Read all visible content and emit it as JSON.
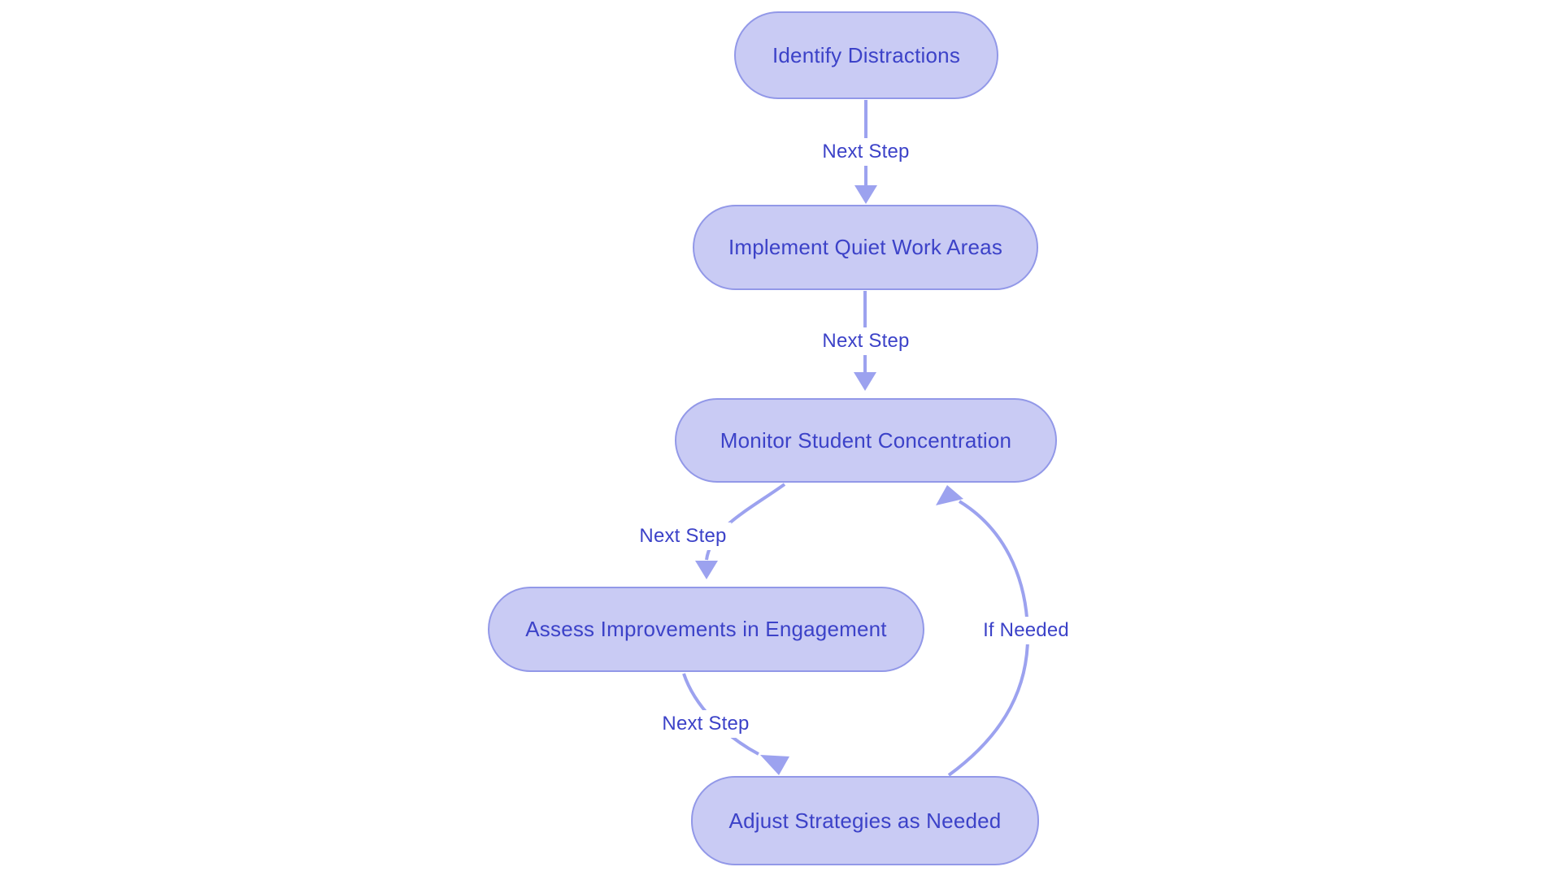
{
  "diagram": {
    "type": "flowchart",
    "direction": "top-down",
    "colors": {
      "background": "#ffffff",
      "node_fill": "#c9cbf4",
      "node_border": "#9298e8",
      "node_text": "#3c42c8",
      "arrow": "#9ca2ef",
      "edge_label_text": "#3c42c8"
    },
    "nodes": [
      {
        "id": "identify",
        "label": "Identify Distractions"
      },
      {
        "id": "implement",
        "label": "Implement Quiet Work Areas"
      },
      {
        "id": "monitor",
        "label": "Monitor Student Concentration"
      },
      {
        "id": "assess",
        "label": "Assess Improvements in Engagement"
      },
      {
        "id": "adjust",
        "label": "Adjust Strategies as Needed"
      }
    ],
    "edges": [
      {
        "from": "identify",
        "to": "implement",
        "label": "Next Step"
      },
      {
        "from": "implement",
        "to": "monitor",
        "label": "Next Step"
      },
      {
        "from": "monitor",
        "to": "assess",
        "label": "Next Step"
      },
      {
        "from": "assess",
        "to": "adjust",
        "label": "Next Step"
      },
      {
        "from": "adjust",
        "to": "monitor",
        "label": "If Needed"
      }
    ]
  }
}
